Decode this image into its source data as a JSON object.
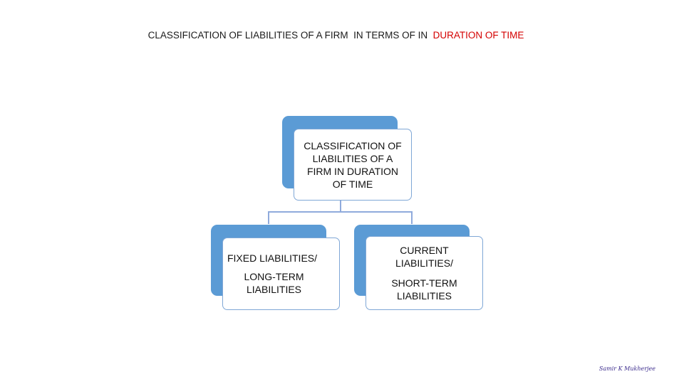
{
  "title": {
    "part1": "CLASSIFICATION OF LIABILITIES OF A FIRM  IN TERMS OF IN  ",
    "part2": "DURATION OF TIME"
  },
  "root": {
    "label": "CLASSIFICATION OF LIABILITIES OF A FIRM IN DURATION OF TIME"
  },
  "children": [
    {
      "line1": "FIXED LIABILITIES/",
      "line2": "LONG-TERM LIABILITIES"
    },
    {
      "line1": "CURRENT LIABILITIES/",
      "line2": "SHORT-TERM LIABILITIES"
    }
  ],
  "author": "Samir K Mukherjee",
  "colors": {
    "accent_back": "#5b9bd5",
    "border": "#7fa7d6",
    "title_highlight": "#d40000",
    "connector": "#8faadc"
  }
}
